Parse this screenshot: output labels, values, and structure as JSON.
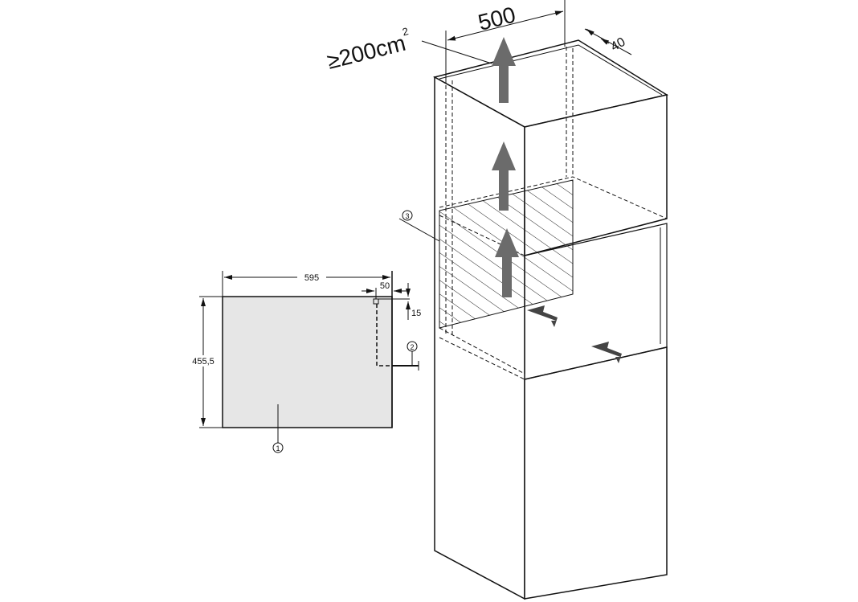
{
  "labels": {
    "width_top": "500",
    "area": "≥200cm",
    "area_sup": "2",
    "gap": "40",
    "panel_width": "595",
    "panel_height": "455,5",
    "offset_x": "50",
    "offset_y": "15",
    "callout_1": "1",
    "callout_2": "2",
    "callout_3": "3"
  },
  "colors": {
    "line": "#111111",
    "panel_fill": "#e6e6e6",
    "arrow": "#6b6b6b"
  }
}
